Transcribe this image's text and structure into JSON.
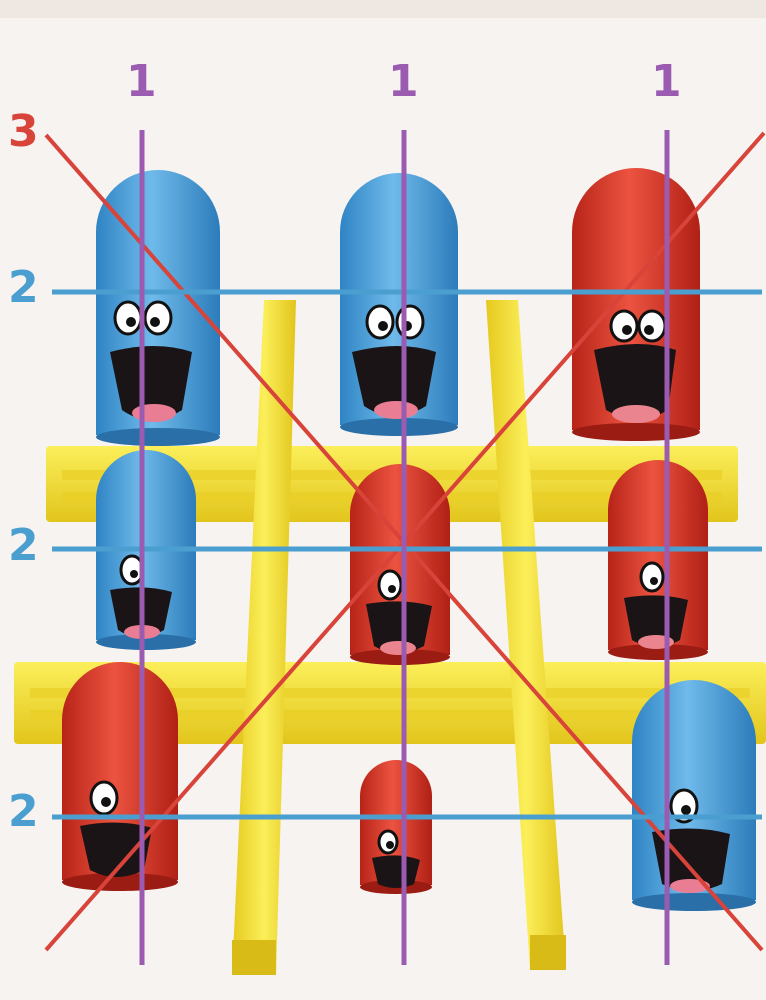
{
  "colors": {
    "background": "#f6f3f1",
    "blue_piece": "#4fa3dc",
    "red_piece": "#d93a2a",
    "yellow_bar": "#f3e13a",
    "vertical_line": "#9a5bb0",
    "horizontal_line": "#4a9fd0",
    "diagonal_line": "#d8433a"
  },
  "labels": {
    "column": [
      "1",
      "1",
      "1"
    ],
    "row": [
      "2",
      "2",
      "2"
    ],
    "diagonal": "3"
  },
  "board": [
    [
      "blue",
      "blue",
      "red"
    ],
    [
      "blue",
      "red",
      "red"
    ],
    [
      "red",
      "red",
      "blue"
    ]
  ]
}
